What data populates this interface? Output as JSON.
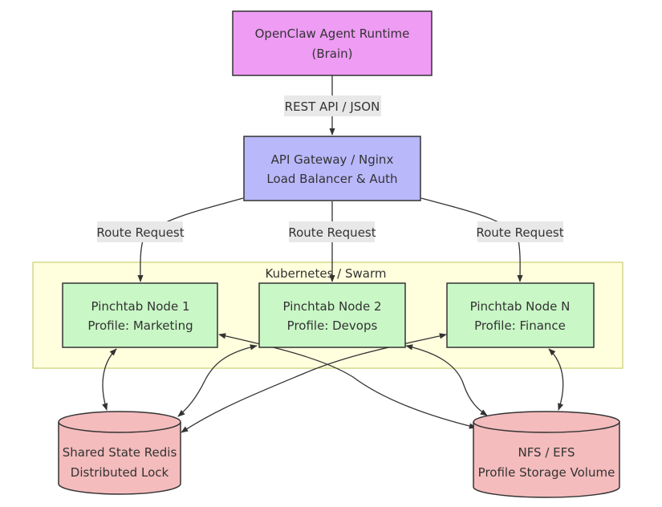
{
  "colors": {
    "brain_fill": "#ee9cf4",
    "gateway_fill": "#b9b8fb",
    "node_fill": "#c9f7c6",
    "storage_fill": "#f4bcbd",
    "cluster_fill": "#ffffde",
    "cluster_stroke": "#bfc45a",
    "label_bg": "#e8e8e8",
    "stroke": "#333333"
  },
  "nodes": {
    "brain": {
      "line1": "OpenClaw Agent Runtime",
      "line2": "(Brain)"
    },
    "gateway": {
      "line1": "API Gateway / Nginx",
      "line2": "Load Balancer & Auth"
    },
    "node1": {
      "line1": "Pinchtab Node 1",
      "line2": "Profile: Marketing"
    },
    "node2": {
      "line1": "Pinchtab Node 2",
      "line2": "Profile: Devops"
    },
    "nodeN": {
      "line1": "Pinchtab Node N",
      "line2": "Profile: Finance"
    },
    "redis": {
      "line1": "Shared State Redis",
      "line2": "Distributed Lock"
    },
    "nfs": {
      "line1": "NFS / EFS",
      "line2": "Profile Storage Volume"
    }
  },
  "cluster": {
    "label": "Kubernetes / Swarm"
  },
  "edge_labels": {
    "brain_to_gateway": "REST API / JSON",
    "gateway_to_node1": "Route Request",
    "gateway_to_node2": "Route Request",
    "gateway_to_nodeN": "Route Request"
  }
}
